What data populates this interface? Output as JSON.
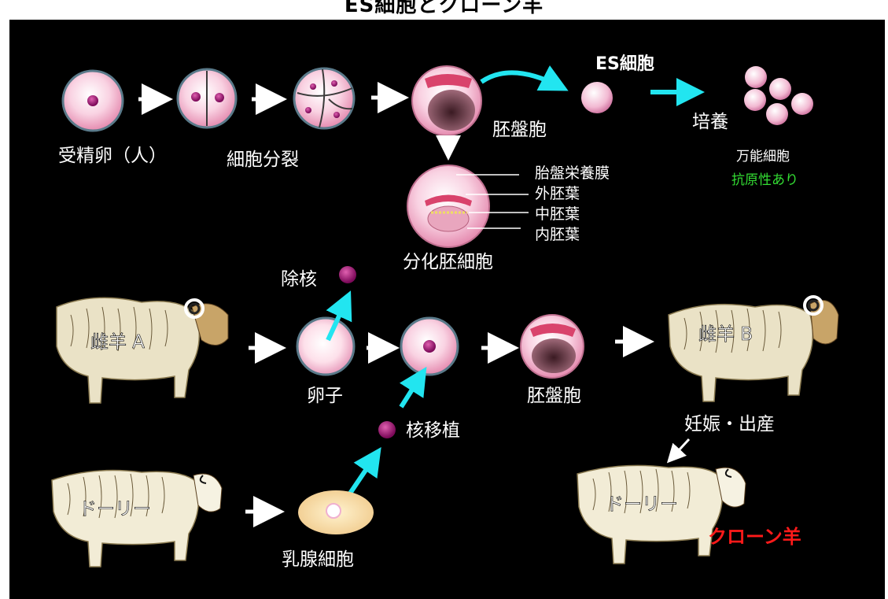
{
  "title": "ES細胞とクローン羊",
  "labels": {
    "zygote": "受精卵（人）",
    "cleavage": "細胞分裂",
    "blastocyst": "胚盤胞",
    "es_cell": "ES細胞",
    "culture": "培養",
    "pluripotent": "万能細胞",
    "antigenicity": "抗原性あり",
    "trophoblast": "胎盤栄養膜",
    "ectoderm": "外胚葉",
    "mesoderm": "中胚葉",
    "endoderm": "内胚葉",
    "differentiated": "分化胚細胞",
    "enucleation": "除核",
    "ewe_a": "雌羊 A",
    "egg": "卵子",
    "nuclear_transfer": "核移植",
    "blastocyst2": "胚盤胞",
    "ewe_b": "雌羊 B",
    "pregnancy": "妊娠・出産",
    "dolly": "ドーリー",
    "mammary": "乳腺細胞",
    "dolly2": "ドーリー",
    "clone": "クローン羊"
  },
  "colors": {
    "background": "#000000",
    "text": "#ffffff",
    "es_label": "#ff2020",
    "antigen_label": "#33dd33",
    "clone_label": "#ff1a1a",
    "arrow_cyan": "#22e5f0",
    "cell_pink": "#f7c9dc",
    "nucleus": "#9a0a6e"
  }
}
